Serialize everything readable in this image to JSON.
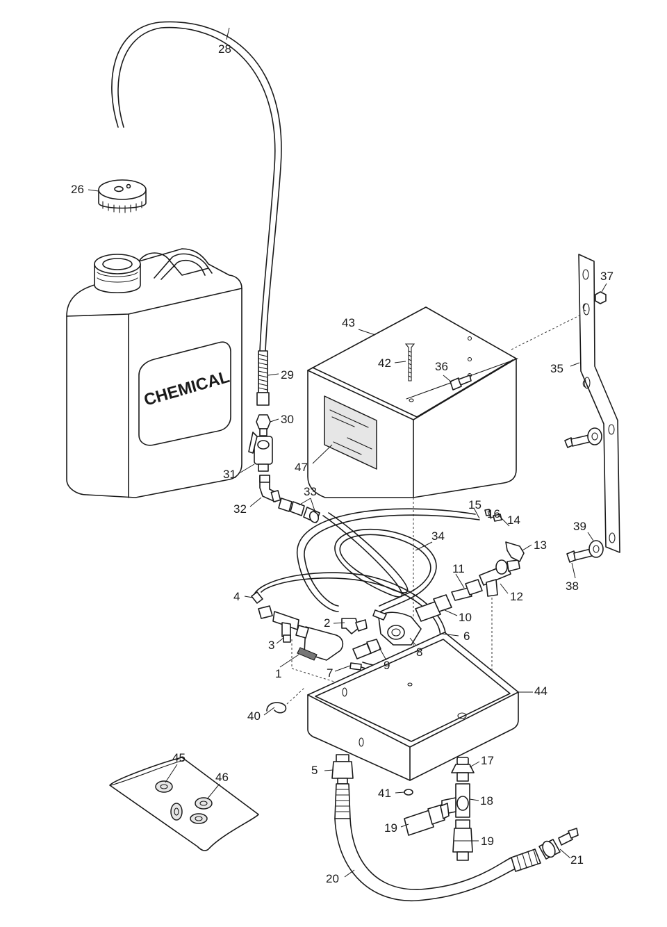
{
  "jug": {
    "label": "CHEMICAL"
  },
  "callouts": [
    "1",
    "2",
    "3",
    "4",
    "5",
    "6",
    "7",
    "8",
    "9",
    "10",
    "11",
    "12",
    "13",
    "14",
    "15",
    "16",
    "17",
    "18",
    "19",
    "19",
    "20",
    "21",
    "26",
    "28",
    "29",
    "30",
    "31",
    "32",
    "33",
    "34",
    "35",
    "36",
    "37",
    "38",
    "39",
    "40",
    "41",
    "42",
    "43",
    "44",
    "45",
    "46",
    "47"
  ]
}
